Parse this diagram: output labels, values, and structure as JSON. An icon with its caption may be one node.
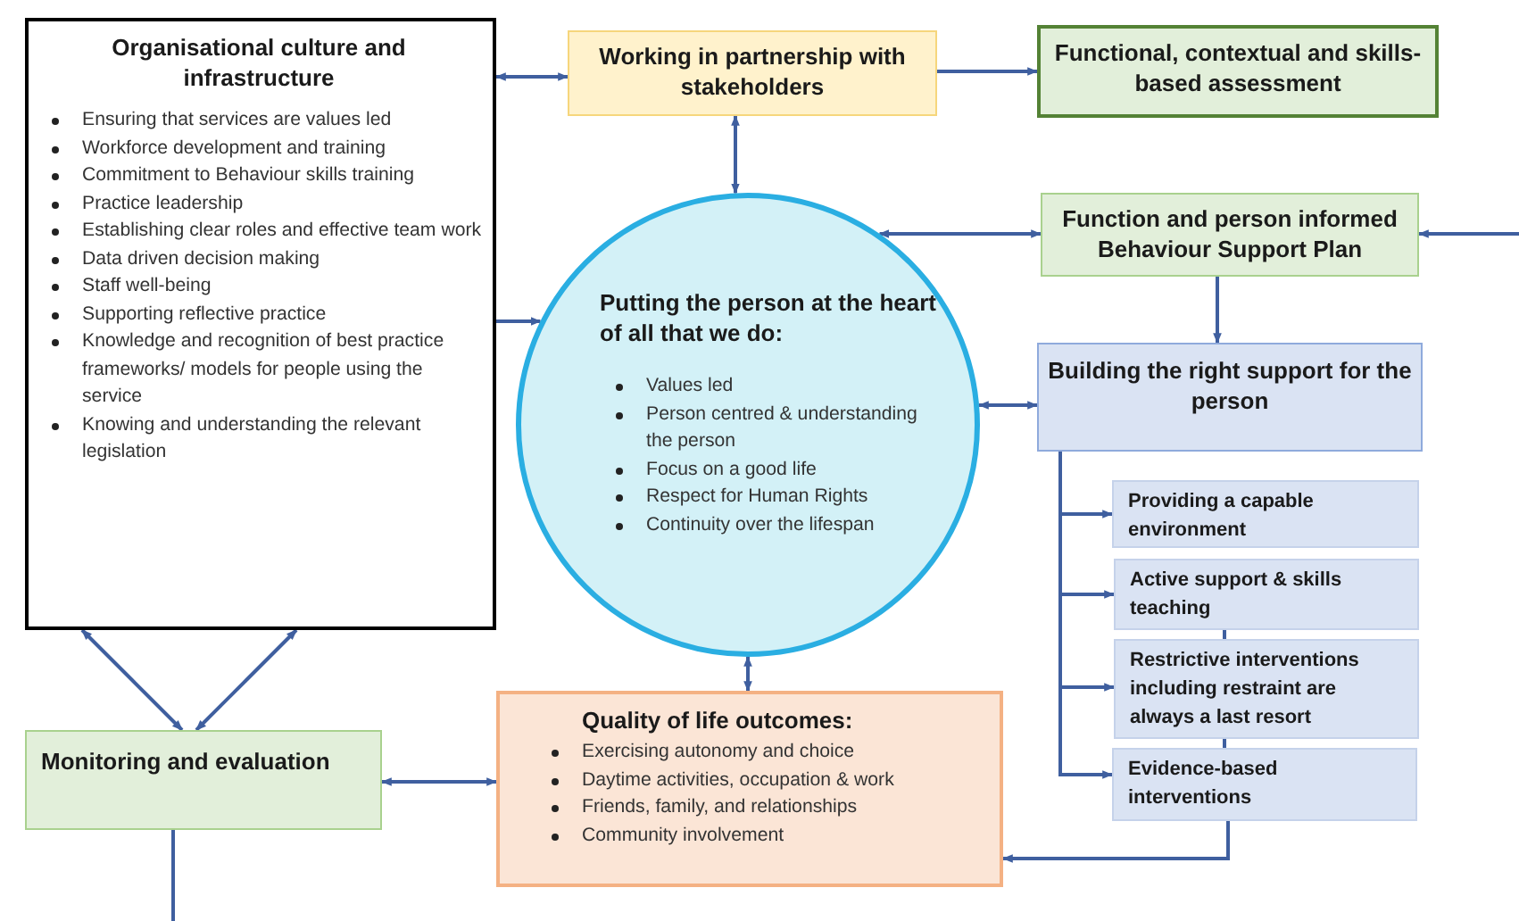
{
  "diagram": {
    "nodes": [
      {
        "text": [
          "Organisational culture and infrastructure",
          "Ensuring that services are values led",
          "Workforce development and training",
          "Commitment to Behaviour skills training",
          "Practice leadership",
          "Establishing clear roles and effective team work",
          "Data driven decision making",
          "Staff well-being",
          "Supporting reflective practice",
          "Knowledge and recognition of best practice frameworks/ models for people using the service",
          "Knowing and understanding the relevant legislation"
        ]
      },
      {
        "text": [
          "Working in partnership with stakeholders"
        ]
      },
      {
        "text": [
          "Functional, contextual and skills-based assessment"
        ]
      },
      {
        "text": [
          "Function and person informed Behaviour Support Plan"
        ]
      },
      {
        "text": [
          "Putting the person at the heart of all that we do:",
          "Values led",
          "Person centred & understanding the person",
          "Focus on a good life",
          "Respect for Human Rights",
          "Continuity over the lifespan"
        ]
      },
      {
        "text": [
          "Building the right support for the person"
        ]
      },
      {
        "text": [
          "Providing a capable environment"
        ]
      },
      {
        "text": [
          "Active support & skills teaching"
        ]
      },
      {
        "text": [
          "Restrictive interventions including restraint are always a last resort"
        ]
      },
      {
        "text": [
          "Evidence-based interventions"
        ]
      },
      {
        "text": [
          "Monitoring and evaluation"
        ]
      },
      {
        "text": [
          "Quality of life outcomes:",
          "Exercising autonomy and choice",
          "Daytime activities, occupation & work",
          "Friends, family, and relationships",
          "Community involvement"
        ]
      }
    ],
    "edges": [
      {
        "from": 0,
        "to": 1,
        "arrow": "both"
      },
      {
        "from": 1,
        "to": 2,
        "arrow": "to"
      },
      {
        "from": 1,
        "to": 4,
        "arrow": "both"
      },
      {
        "from": 4,
        "to": 3,
        "arrow": "both"
      },
      {
        "from": null,
        "to": 3,
        "arrow": "to"
      },
      {
        "from": 3,
        "to": 5,
        "arrow": "to"
      },
      {
        "from": 4,
        "to": 5,
        "arrow": "both"
      },
      {
        "from": 0,
        "to": 4,
        "arrow": "both"
      },
      {
        "from": 0,
        "to": 10,
        "arrow": "both"
      },
      {
        "from": 0,
        "to": 10,
        "arrow": "both"
      },
      {
        "from": 10,
        "to": 11,
        "arrow": "both"
      },
      {
        "from": 4,
        "to": 11,
        "arrow": "both"
      },
      {
        "from": 5,
        "to": 6,
        "arrow": "to"
      },
      {
        "from": 5,
        "to": 7,
        "arrow": "to"
      },
      {
        "from": 5,
        "to": 8,
        "arrow": "to"
      },
      {
        "from": 5,
        "to": 9,
        "arrow": "to"
      },
      {
        "from": 7,
        "to": 8,
        "arrow": "none"
      },
      {
        "from": 8,
        "to": 9,
        "arrow": "none"
      },
      {
        "from": 9,
        "to": 11,
        "arrow": "to"
      },
      {
        "from": 10,
        "to": null,
        "arrow": "none"
      }
    ]
  }
}
